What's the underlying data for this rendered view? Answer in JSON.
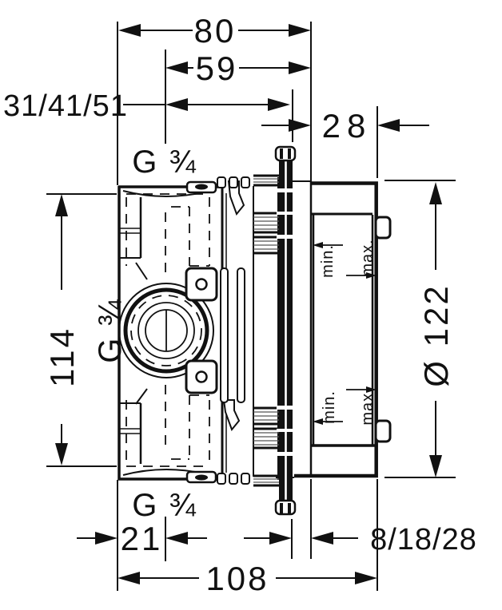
{
  "drawing": {
    "background": "#ffffff",
    "line_color": "#111111",
    "labels": {
      "dim_80": "80",
      "dim_59": "59",
      "dim_31_41_51": "31/41/51",
      "dim_28": "28",
      "dim_114": "114",
      "dim_diameter": "Ø 122",
      "dim_21": "21",
      "dim_8_18_28": "8/18/28",
      "dim_108": "108",
      "port_top": "G ¾",
      "port_left": "G ¾",
      "port_bottom": "G ¾",
      "marker_min": "min.",
      "marker_max": "max."
    }
  }
}
